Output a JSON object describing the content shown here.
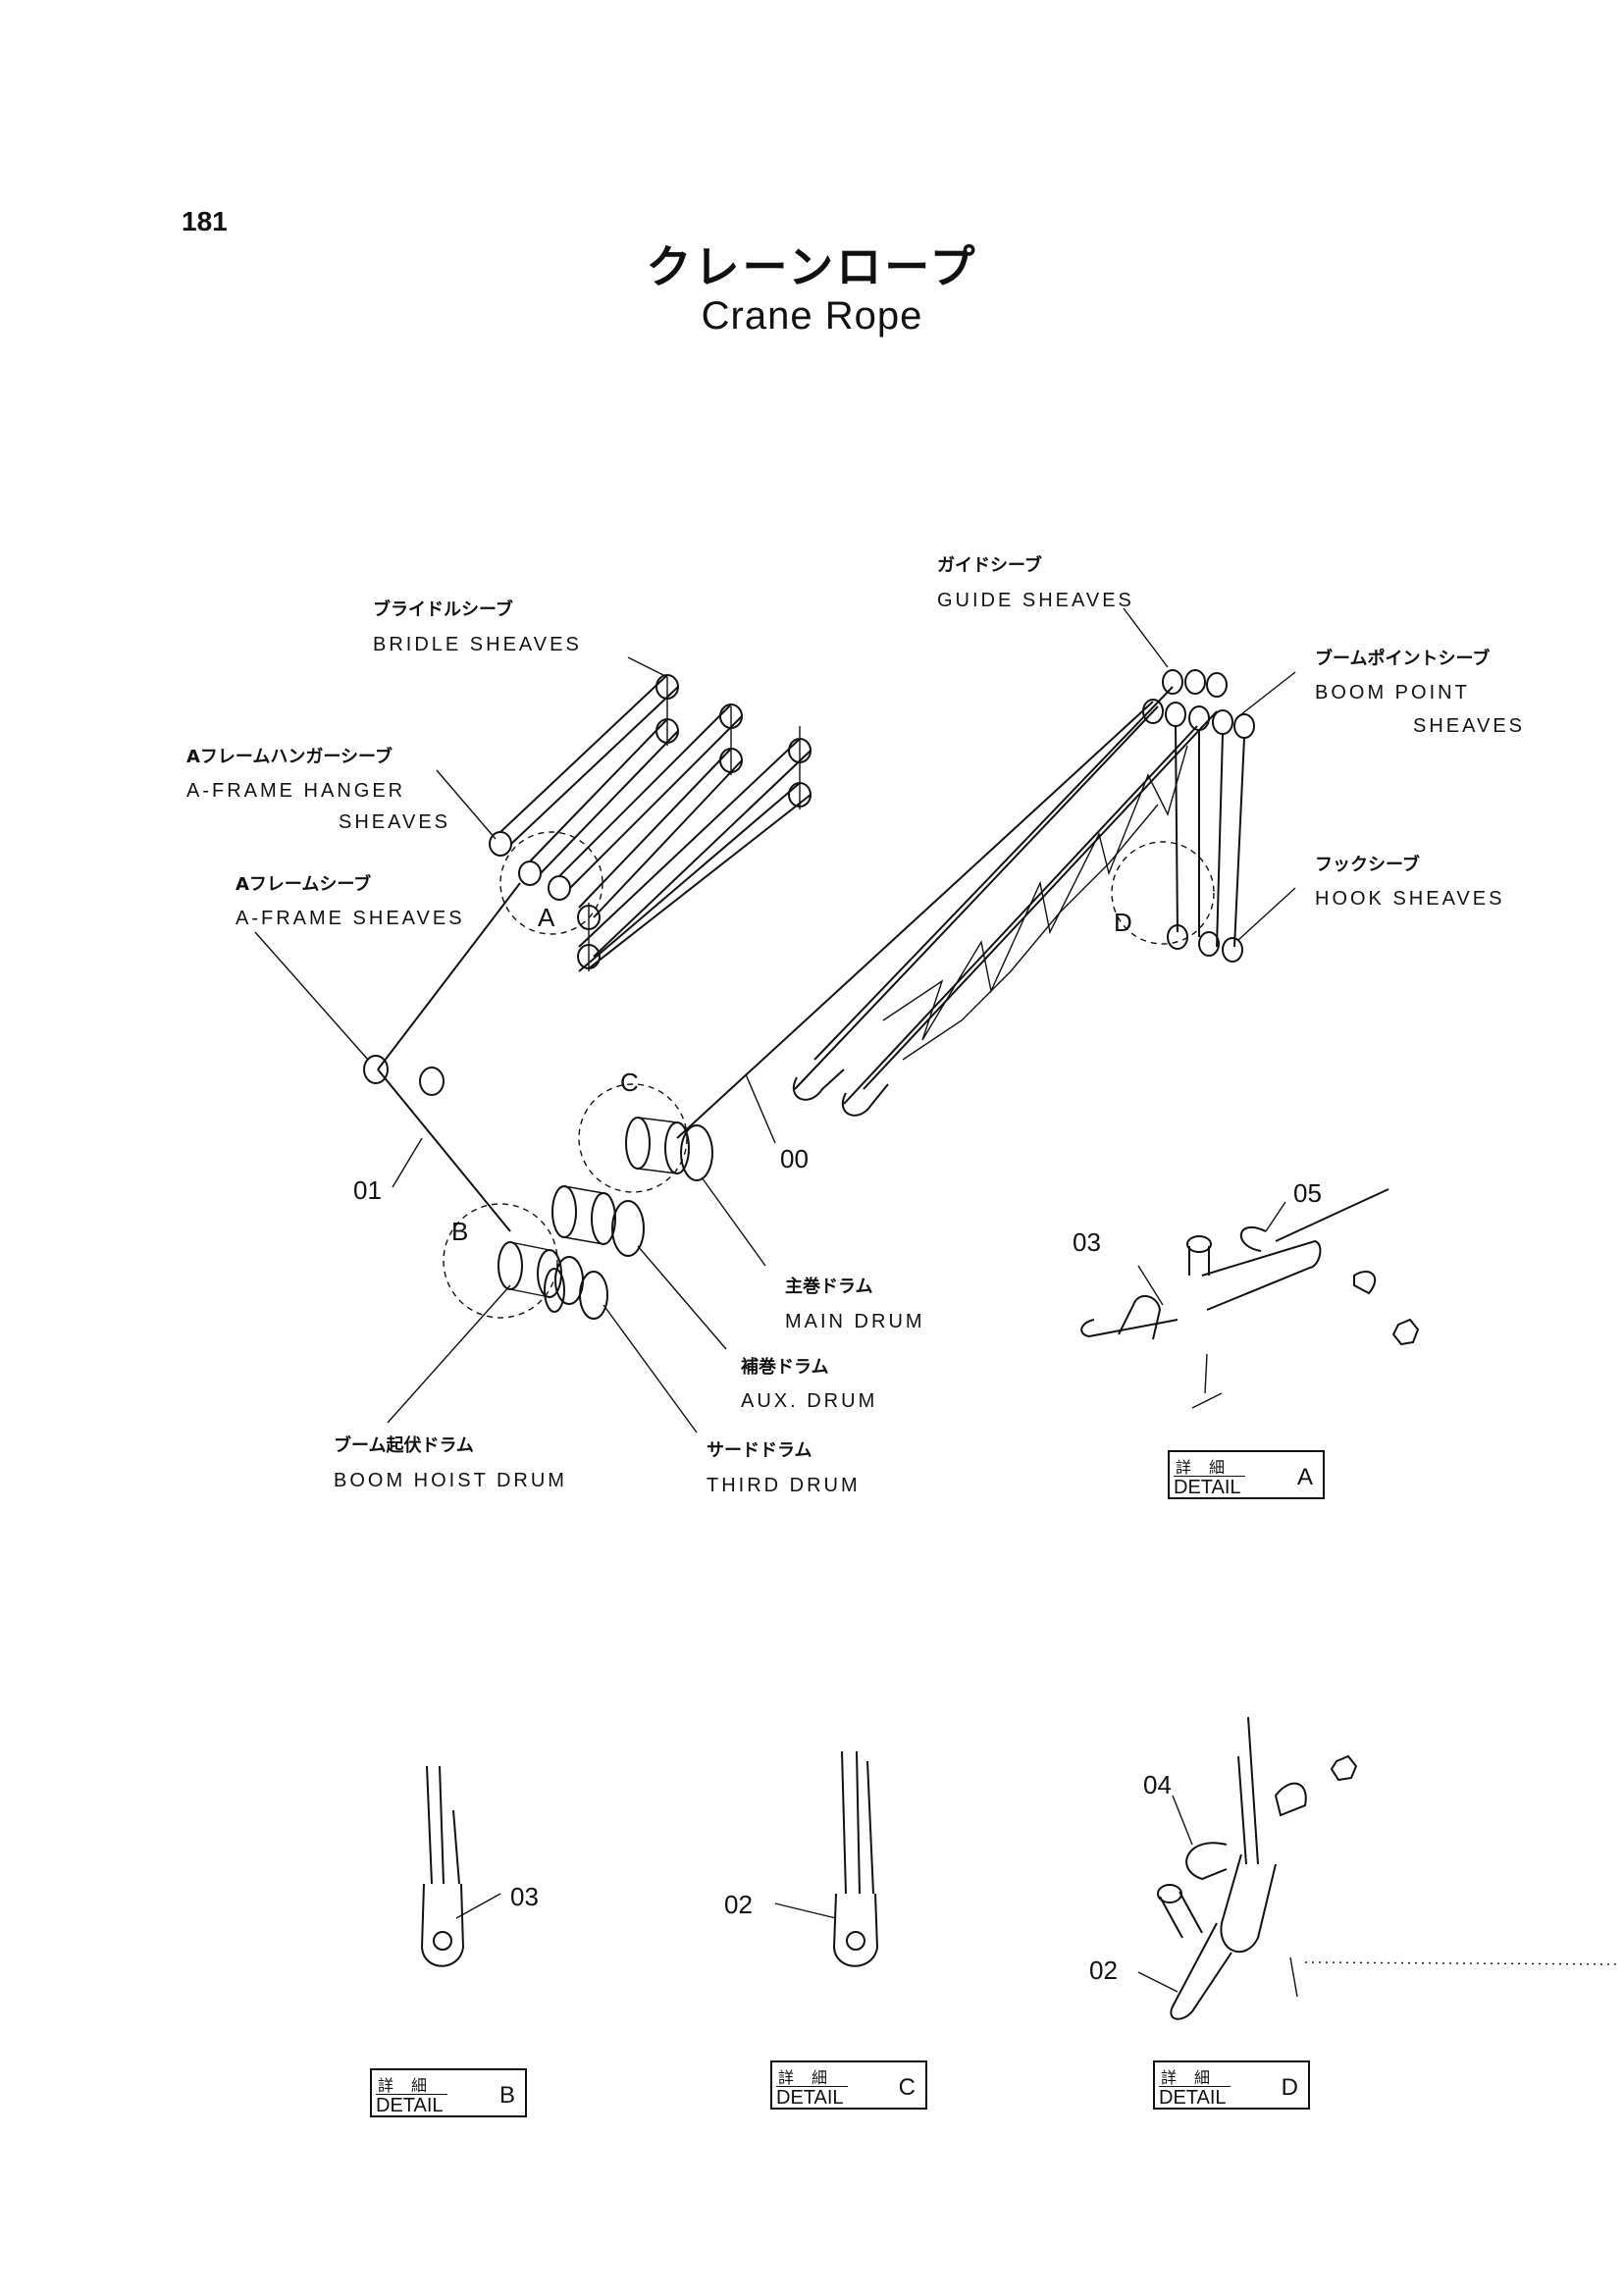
{
  "page_number": "181",
  "title_jp": "クレーンロープ",
  "title_en": "Crane Rope",
  "labels": {
    "guide_jp": "ガイドシーブ",
    "guide_en": "GUIDE SHEAVES",
    "bridle_jp": "ブライドルシーブ",
    "bridle_en": "BRIDLE SHEAVES",
    "boompoint_jp": "ブームポイントシーブ",
    "boompoint_en1": "BOOM POINT",
    "boompoint_en2": "SHEAVES",
    "aframe_hanger_jp": "Aフレームハンガーシーブ",
    "aframe_hanger_en1": "A-FRAME HANGER",
    "aframe_hanger_en2": "SHEAVES",
    "hook_jp": "フックシーブ",
    "hook_en": "HOOK SHEAVES",
    "aframe_jp": "Aフレームシーブ",
    "aframe_en": "A-FRAME SHEAVES",
    "main_drum_jp": "主巻ドラム",
    "main_drum_en": "MAIN DRUM",
    "aux_drum_jp": "補巻ドラム",
    "aux_drum_en": "AUX. DRUM",
    "boom_hoist_jp": "ブーム起伏ドラム",
    "boom_hoist_en": "BOOM HOIST DRUM",
    "third_jp": "サードドラム",
    "third_en": "THIRD DRUM"
  },
  "callouts": {
    "c00": "00",
    "c01": "01",
    "c02a": "02",
    "c02b": "02",
    "c03a": "03",
    "c03b": "03",
    "c04": "04",
    "c05": "05",
    "lA": "A",
    "lB": "B",
    "lC": "C",
    "lD": "D"
  },
  "details": [
    {
      "jp": "詳細",
      "en": "DETAIL",
      "letter": "A"
    },
    {
      "jp": "詳細",
      "en": "DETAIL",
      "letter": "B"
    },
    {
      "jp": "詳細",
      "en": "DETAIL",
      "letter": "C"
    },
    {
      "jp": "詳細",
      "en": "DETAIL",
      "letter": "D"
    }
  ]
}
